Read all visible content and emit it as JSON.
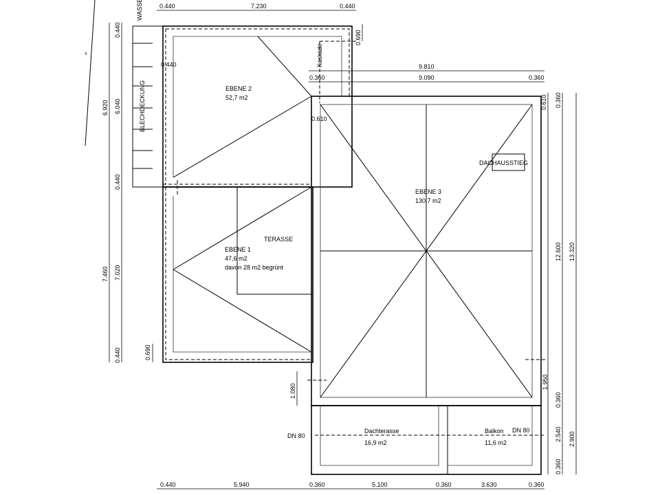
{
  "labels": {
    "wasser": "WASSER",
    "blechdeckung": "BLECHDECKUNG",
    "kaskade": "Kaskade",
    "ebene2_name": "EBENE 2",
    "ebene2_area": "52,7 m2",
    "ebene1_name": "EBENE 1",
    "ebene1_area": "47,6 m2",
    "ebene1_note": "davon 28 m2 begrünt",
    "terasse": "TERASSE",
    "ebene3_name": "EBENE 3",
    "ebene3_area": "130,7 m2",
    "dachausstieg": "DACHAUSSTIEG",
    "dachterasse_name": "Dachterasse",
    "dachterasse_area": "16,9 m2",
    "balkon_name": "Balkon",
    "balkon_area": "11,6 m2",
    "dn80_left": "DN 80",
    "dn80_right": "DN 80"
  },
  "dimensions": {
    "top": [
      "0.440",
      "7.230",
      "0.440"
    ],
    "upper_right": [
      "9.810",
      "9.090",
      "0.360",
      "0.360"
    ],
    "left_outer": [
      "6.920",
      "7.460"
    ],
    "left_inner": [
      "0.440",
      "6.040",
      "0.440",
      "7.020",
      "0.440"
    ],
    "misc": [
      "0.440",
      "0.690",
      "0.610",
      "0.690",
      "1.080",
      "1.950"
    ],
    "right": [
      "0.610",
      "0.360",
      "12.600",
      "13.320",
      "0.360",
      "2.540",
      "2.900",
      "0.360"
    ],
    "bottom": [
      "0.440",
      "5.940",
      "0.360",
      "5.100",
      "0.360",
      "3.630",
      "0.360"
    ]
  }
}
